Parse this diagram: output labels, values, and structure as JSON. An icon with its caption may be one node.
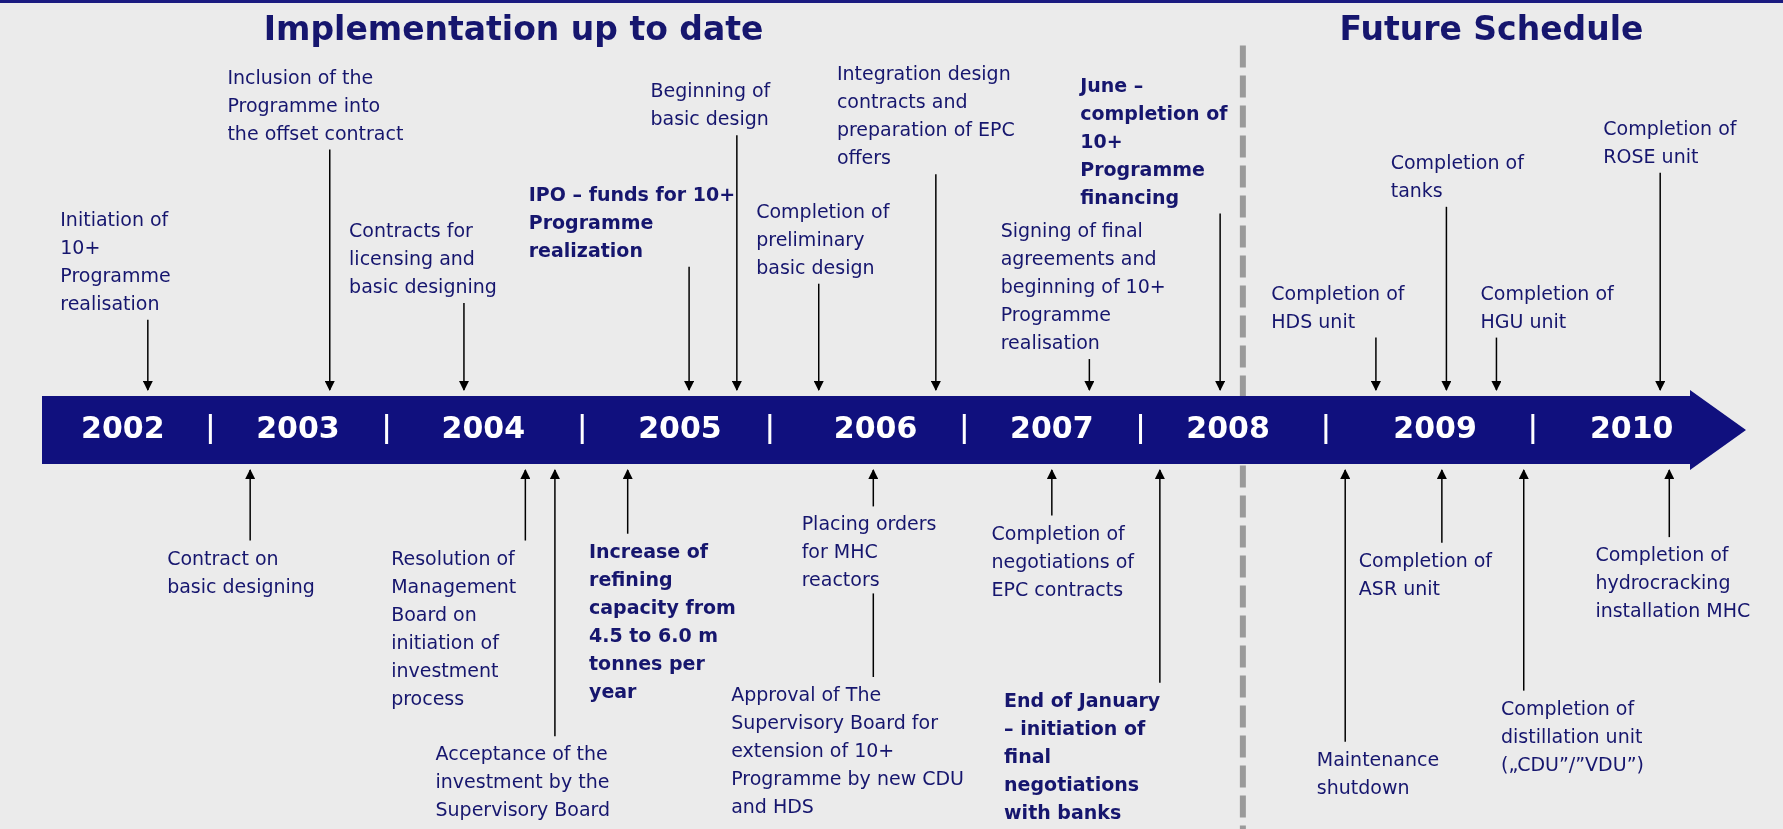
{
  "diagram": {
    "title": "Implementation up to date",
    "nodes": [
      {
        "text": [
          "2002",
          "2003",
          "2004",
          "2005",
          "2006",
          "2007",
          "2008",
          "2009",
          "2010"
        ]
      },
      {
        "text": [
          "Initiation of 10+ Programme realisation"
        ]
      },
      {
        "text": [
          "Inclusion of the Programme into the offset contract"
        ]
      },
      {
        "text": [
          "Contracts for licensing and basic designing"
        ]
      },
      {
        "text": [
          "IPO – funds for 10+ Programme realization"
        ]
      },
      {
        "text": [
          "Beginning of basic design"
        ]
      },
      {
        "text": [
          "Completion of preliminary basic design"
        ]
      },
      {
        "text": [
          "Integration design contracts and preparation of EPC offers"
        ]
      },
      {
        "text": [
          "Signing of final agreements and beginning of 10+ Programme realisation"
        ]
      },
      {
        "text": [
          "June – completion of 10+ Programme financing"
        ]
      },
      {
        "text": [
          "Completion of HDS unit"
        ]
      },
      {
        "text": [
          "Completion of tanks"
        ]
      },
      {
        "text": [
          "Completion of HGU unit"
        ]
      },
      {
        "text": [
          "Completion of ROSE unit"
        ]
      },
      {
        "text": [
          "Contract on basic designing"
        ]
      },
      {
        "text": [
          "Resolution of Management Board on initiation of investment process"
        ]
      },
      {
        "text": [
          "Acceptance of the investment by the Supervisory Board"
        ]
      },
      {
        "text": [
          "Increase of refining capacity from 4.5 to 6.0 m tonnes per year"
        ]
      },
      {
        "text": [
          "Placing orders for MHC reactors"
        ]
      },
      {
        "text": [
          "Approval of The Supervisory Board for extension of 10+ Programme by new CDU and HDS"
        ]
      },
      {
        "text": [
          "Completion of negotiations of EPC contracts"
        ]
      },
      {
        "text": [
          "End of January – initiation of final negotiations with banks"
        ]
      },
      {
        "text": [
          "Maintenance shutdown"
        ]
      },
      {
        "text": [
          "Completion of ASR unit"
        ]
      },
      {
        "text": [
          "Completion of distillation unit („CDU”/”VDU”)"
        ]
      },
      {
        "text": [
          "Completion of hydrocracking installation MHC"
        ]
      }
    ],
    "edges": [
      {
        "from": 1,
        "to": 0,
        "arrow": "to"
      },
      {
        "from": 2,
        "to": 0,
        "arrow": "to"
      },
      {
        "from": 3,
        "to": 0,
        "arrow": "to"
      },
      {
        "from": 4,
        "to": 0,
        "arrow": "to"
      },
      {
        "from": 5,
        "to": 0,
        "arrow": "to"
      },
      {
        "from": 6,
        "to": 0,
        "arrow": "to"
      },
      {
        "from": 7,
        "to": 0,
        "arrow": "to"
      },
      {
        "from": 8,
        "to": 0,
        "arrow": "to"
      },
      {
        "from": 9,
        "to": 0,
        "arrow": "to"
      },
      {
        "from": 10,
        "to": 0,
        "arrow": "to"
      },
      {
        "from": 11,
        "to": 0,
        "arrow": "to"
      },
      {
        "from": 12,
        "to": 0,
        "arrow": "to"
      },
      {
        "from": 13,
        "to": 0,
        "arrow": "to"
      },
      {
        "from": 14,
        "to": 0,
        "arrow": "to"
      },
      {
        "from": 15,
        "to": 0,
        "arrow": "to"
      },
      {
        "from": 16,
        "to": 0,
        "arrow": "to"
      },
      {
        "from": 17,
        "to": 0,
        "arrow": "to"
      },
      {
        "from": 18,
        "to": 0,
        "arrow": "to"
      },
      {
        "from": 19,
        "to": 18,
        "arrow": "none"
      },
      {
        "from": 20,
        "to": 0,
        "arrow": "to"
      },
      {
        "from": 21,
        "to": 0,
        "arrow": "to"
      },
      {
        "from": 22,
        "to": 0,
        "arrow": "to"
      },
      {
        "from": 23,
        "to": 0,
        "arrow": "to"
      },
      {
        "from": 24,
        "to": 0,
        "arrow": "to"
      },
      {
        "from": 25,
        "to": 0,
        "arrow": "to"
      }
    ],
    "labels": [
      "Future Schedule"
    ]
  }
}
